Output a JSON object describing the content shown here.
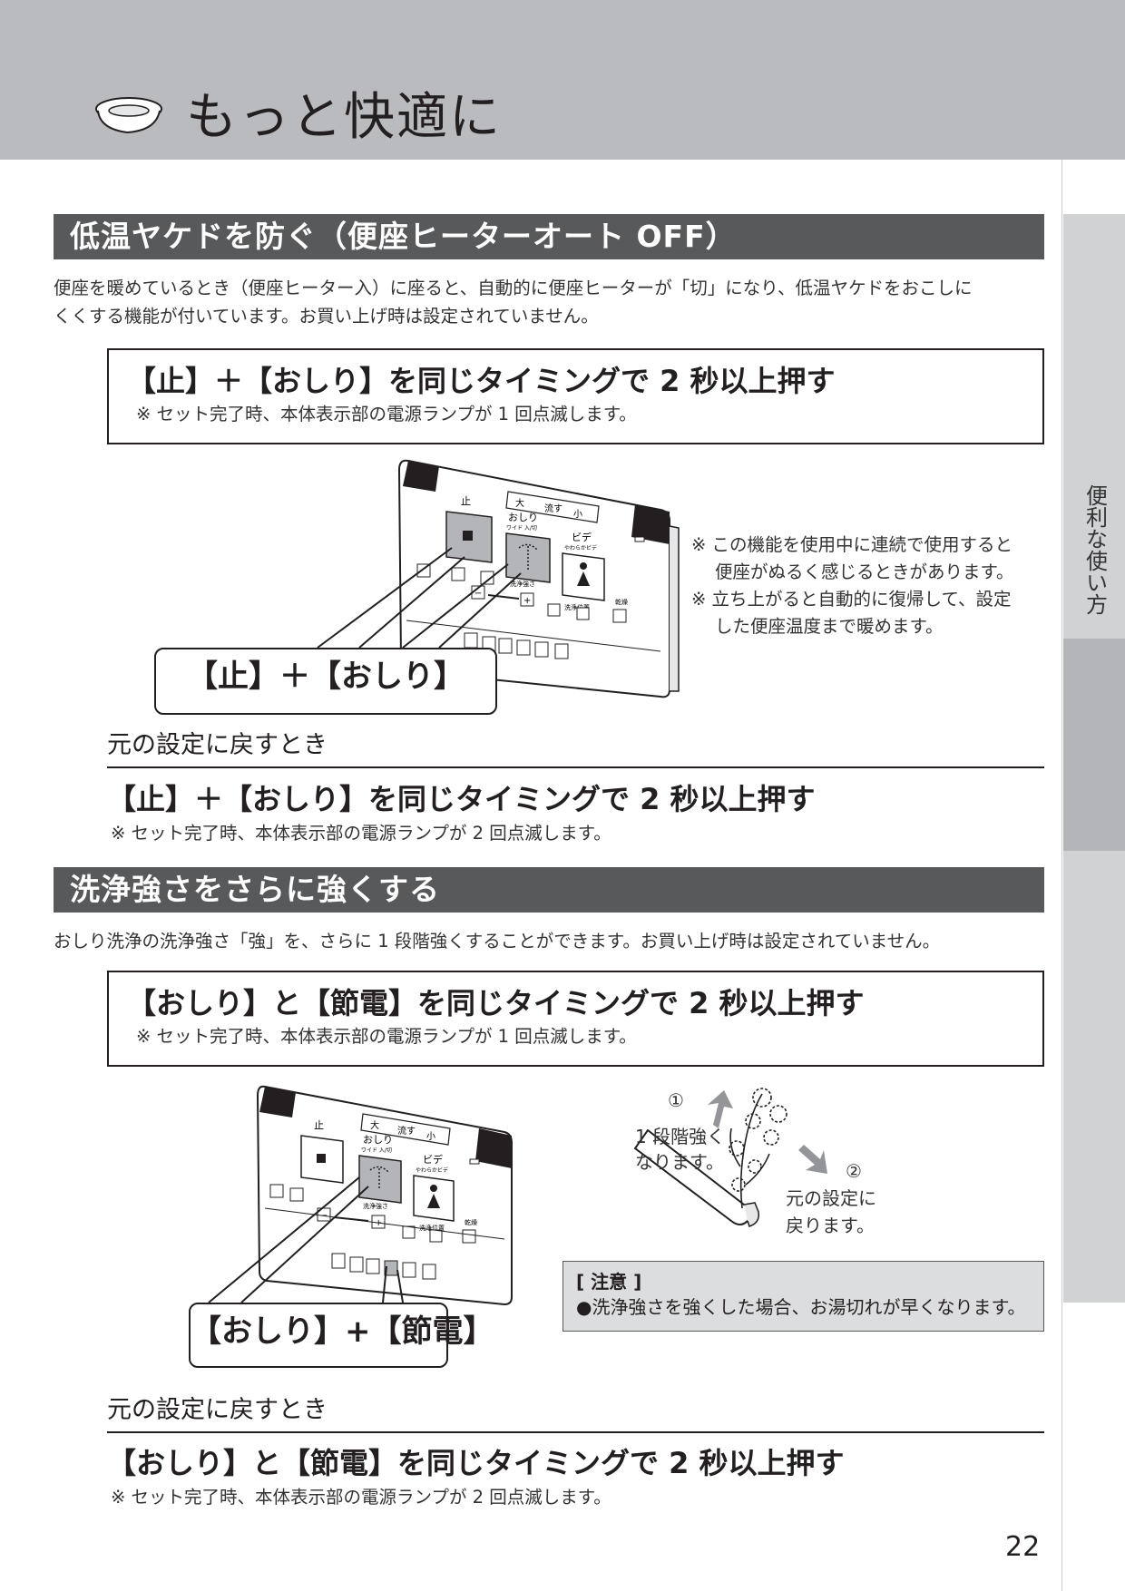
{
  "header": {
    "title": "もっと快適に",
    "logo_icon": "toilet-seat-icon"
  },
  "side_tab": {
    "label": "便利な使い方"
  },
  "section1": {
    "heading": "低温ヤケドを防ぐ（便座ヒーターオート OFF）",
    "intro_line1": "便座を暖めているとき（便座ヒーター入）に座ると、自動的に便座ヒーターが「切」になり、低温ヤケドをおこしに",
    "intro_line2": "くくする機能が付いています。お買い上げ時は設定されていません。",
    "instruction": "【止】＋【おしり】を同じタイミングで 2 秒以上押す",
    "instruction_note": "※ セット完了時、本体表示部の電源ランプが 1 回点滅します。",
    "callout": "【止】＋【おしり】",
    "side_notes": [
      {
        "line1": "※ この機能を使用中に連続で使用すると",
        "line2": "便座がぬるく感じるときがあります。"
      },
      {
        "line1": "※ 立ち上がると自動的に復帰して、設定",
        "line2": "した便座温度まで暖めます。"
      }
    ],
    "restore_heading": "元の設定に戻すとき",
    "restore_instruction": "【止】＋【おしり】を同じタイミングで 2 秒以上押す",
    "restore_note": "※ セット完了時、本体表示部の電源ランプが 2 回点滅します。"
  },
  "section2": {
    "heading": "洗浄強さをさらに強くする",
    "intro": "おしり洗浄の洗浄強さ「強」を、さらに 1 段階強くすることができます。お買い上げ時は設定されていません。",
    "instruction": "【おしり】と【節電】を同じタイミングで 2 秒以上押す",
    "instruction_note": "※ セット完了時、本体表示部の電源ランプが 1 回点滅します。",
    "callout": "【おしり】+【節電】",
    "nozzle_diagram": {
      "step1_marker": "①",
      "step1_line1": "1 段階強く",
      "step1_line2": "なります。",
      "step2_marker": "②",
      "step2_line1": "元の設定に",
      "step2_line2": "戻ります。"
    },
    "caution": {
      "heading": "[ 注意 ]",
      "text": "●洗浄強さを強くした場合、お湯切れが早くなります。"
    },
    "restore_heading": "元の設定に戻すとき",
    "restore_instruction": "【おしり】と【節電】を同じタイミングで 2 秒以上押す",
    "restore_note": "※ セット完了時、本体表示部の電源ランプが 2 回点滅します。"
  },
  "remote": {
    "btn_stop": "止",
    "btn_oshiri": "おしり",
    "btn_oshiri_sub": "ワイド 入/切",
    "btn_bidet": "ビデ",
    "btn_bidet_sub": "やわらかビデ",
    "flush_large": "大",
    "flush_label": "流す",
    "flush_small": "小",
    "wash_strength": "洗浄強さ",
    "nozzle_position": "洗浄位置",
    "dry": "乾燥",
    "plus": "+",
    "minus": "−"
  },
  "page_number": "22"
}
